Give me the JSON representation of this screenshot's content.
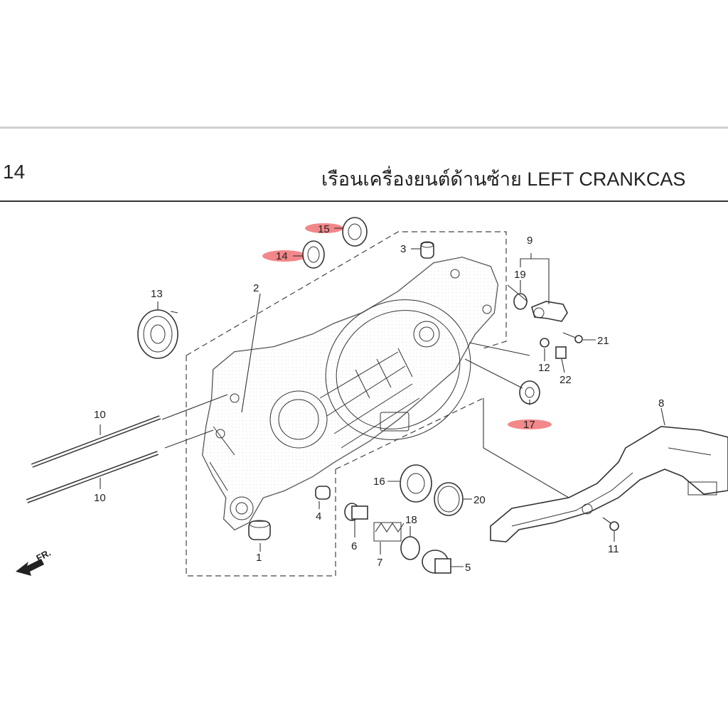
{
  "header": {
    "page_number": "14",
    "title": "เรือนเครื่องยนต์ด้านซ้าย  LEFT CRANKCAS"
  },
  "direction_marker": "FR.",
  "highlight_color": "#e8262a",
  "callouts": {
    "p1": "1",
    "p2": "2",
    "p3": "3",
    "p4": "4",
    "p5": "5",
    "p6": "6",
    "p7": "7",
    "p8": "8",
    "p9": "9",
    "p10a": "10",
    "p10b": "10",
    "p11": "11",
    "p12": "12",
    "p13": "13",
    "p14": "14",
    "p15": "15",
    "p16": "16",
    "p17": "17",
    "p18": "18",
    "p19": "19",
    "p20": "20",
    "p21": "21",
    "p22": "22"
  }
}
